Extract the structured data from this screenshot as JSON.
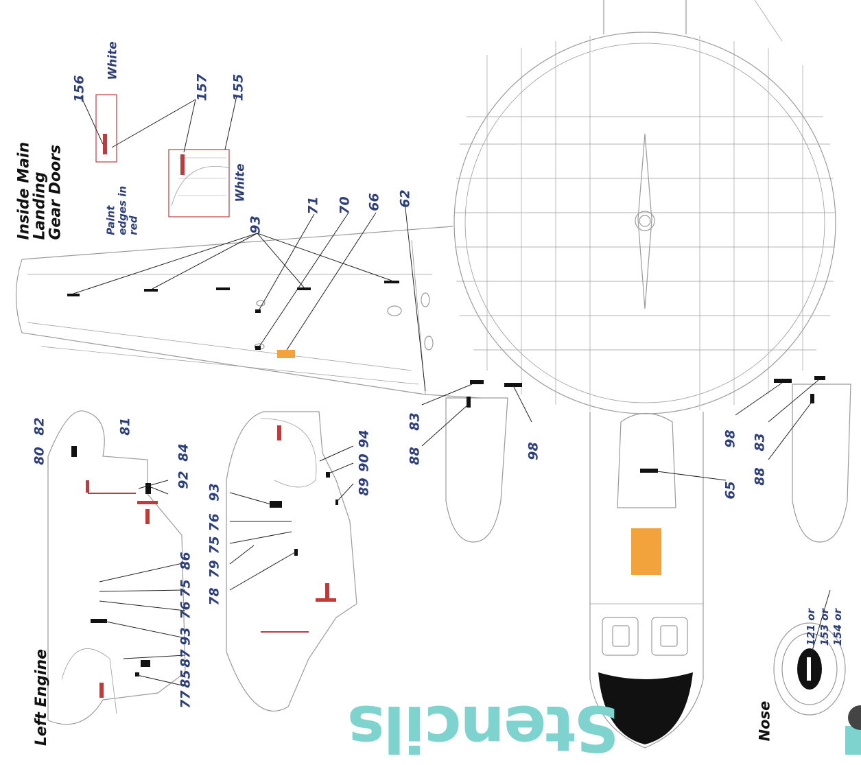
{
  "titles": {
    "inside_gear": [
      "Inside Main",
      "Landing",
      "Gear Doors"
    ],
    "left_engine": "Left Engine",
    "nose": "Nose",
    "stencils": "Stencils"
  },
  "notes": {
    "paint_edges": [
      "Paint",
      "edges in",
      "red"
    ],
    "white": "White"
  },
  "nose_options": [
    "121 or",
    "153 or",
    "154 or"
  ],
  "labels": {
    "l156": "156",
    "l157": "157",
    "l155": "155",
    "l93": "93",
    "l71": "71",
    "l70": "70",
    "l66": "66",
    "l62": "62",
    "l83": "83",
    "l88": "88",
    "l98": "98",
    "l65": "65",
    "l80": "80",
    "l82": "82",
    "l81": "81",
    "l84": "84",
    "l92": "92",
    "l86": "86",
    "l75": "75",
    "l76": "76",
    "l87": "87",
    "l85": "85",
    "l77": "77",
    "l94": "94",
    "l90": "90",
    "l89": "89",
    "l79": "79",
    "l78": "78"
  },
  "colors": {
    "line": "#9a9a9a",
    "stencil_red": "#c0393b",
    "decal_orange": "#f3a33c",
    "decal_black": "#111111",
    "label_blue": "#2c3f7a",
    "stencils_teal": "#7ed3cf"
  }
}
